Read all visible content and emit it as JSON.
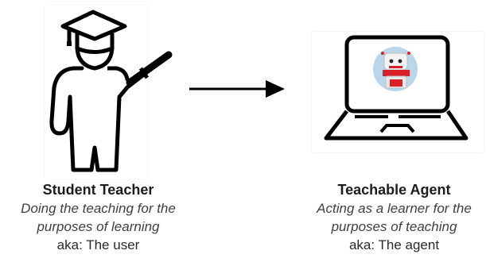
{
  "teacher": {
    "title": "Student Teacher",
    "description_line1": "Doing the teaching for the",
    "description_line2": "purposes of learning",
    "aka": "aka: The user",
    "icon": "student-teacher-icon"
  },
  "agent": {
    "title": "Teachable Agent",
    "description_line1": "Acting as a learner for the",
    "description_line2": "purposes of teaching",
    "aka": "aka: The agent",
    "icon": "laptop-robot-icon"
  },
  "connector": {
    "icon": "arrow-right-icon"
  },
  "colors": {
    "stroke": "#000000",
    "robot_circle": "#b9d6ea",
    "robot_red": "#d8202a"
  }
}
